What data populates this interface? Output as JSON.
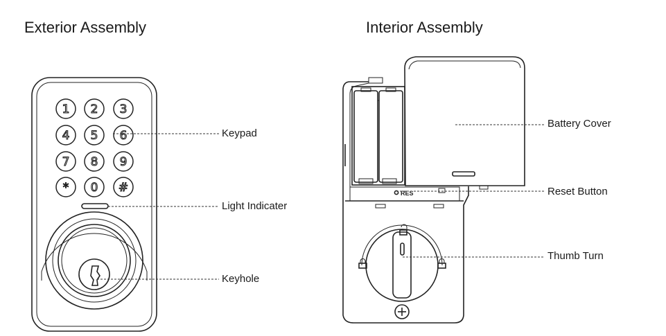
{
  "titles": {
    "exterior": "Exterior Assembly",
    "interior": "Interior Assembly"
  },
  "exterior": {
    "keypad_keys": [
      "1",
      "2",
      "3",
      "4",
      "5",
      "6",
      "7",
      "8",
      "9",
      "*",
      "0",
      "#"
    ],
    "labels": {
      "keypad": "Keypad",
      "light": "Light Indicater",
      "keyhole": "Keyhole"
    }
  },
  "interior": {
    "res_text": "RES",
    "labels": {
      "battery_cover": "Battery Cover",
      "reset_button": "Reset Button",
      "thumb_turn": "Thumb Turn"
    }
  }
}
